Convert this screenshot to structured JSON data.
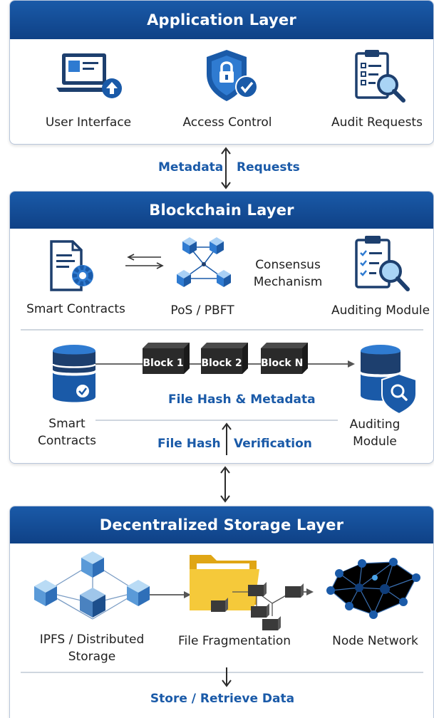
{
  "application_layer": {
    "title": "Application Layer",
    "items": [
      {
        "label": "User Interface",
        "icon": "laptop-upload-icon"
      },
      {
        "label": "Access Control",
        "icon": "shield-lock-icon"
      },
      {
        "label": "Audit Requests",
        "icon": "clipboard-search-icon"
      }
    ]
  },
  "link_app_chain": {
    "left": "Metadata",
    "right": "Requests"
  },
  "blockchain_layer": {
    "title": "Blockchain Layer",
    "top_row": {
      "smart_contracts": "Smart Contracts",
      "consensus_type": "PoS / PBFT",
      "consensus_line1": "Consensus",
      "consensus_line2": "Mechanism",
      "auditing": "Auditing Module"
    },
    "bottom_row": {
      "smart_contracts_line1": "Smart",
      "smart_contracts_line2": "Contracts",
      "blocks": [
        "Block 1",
        "Block 2",
        "Block N"
      ],
      "hash_metadata": "File Hash & Metadata",
      "auditing_line1": "Auditing",
      "auditing_line2": "Module",
      "file_hash": "File Hash",
      "verification": "Verification"
    }
  },
  "storage_layer": {
    "title": "Decentralized Storage Layer",
    "ipfs_line1": "IPFS / Distributed",
    "ipfs_line2": "Storage",
    "fragmentation": "File Fragmentation",
    "node_network": "Node Network",
    "store_retrieve": "Store / Retrieve Data"
  },
  "colors": {
    "banner": "#1a5aa8",
    "accent_blue": "#1a5aa8",
    "cube_light": "#7fb3e6",
    "cube_dark": "#2f6fb8",
    "folder": "#f2c230"
  }
}
